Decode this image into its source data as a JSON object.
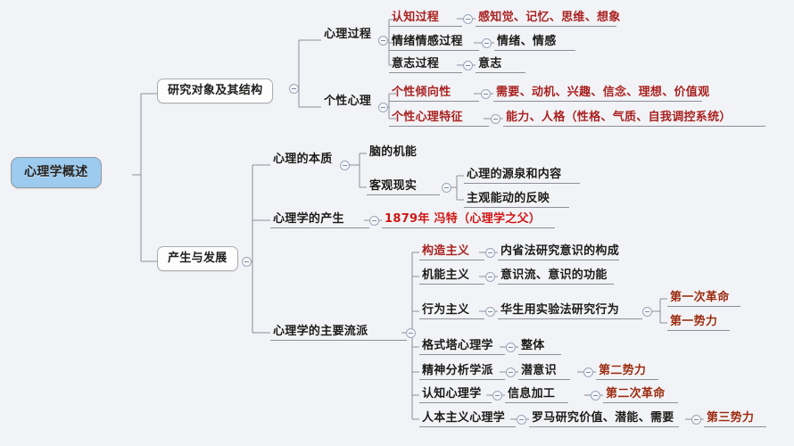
{
  "map": {
    "root": {
      "label": "心理学概述",
      "color": "#9ccbef"
    },
    "branches": [
      {
        "label": "研究对象及其结构"
      },
      {
        "label": "产生与发展"
      }
    ],
    "level2": {
      "xinli_guocheng": "心理过程",
      "gexing_xinli": "个性心理",
      "benzhi": "心理的本质",
      "chansheng": "心理学的产生",
      "liupai": "心理学的主要流派"
    },
    "process_nodes": {
      "renzhi": "认知过程",
      "renzhi_detail": "感知觉、记忆、思维、想象",
      "qingxu": "情绪情感过程",
      "qingxu_detail": "情绪、情感",
      "yizhi": "意志过程",
      "yizhi_detail": "意志"
    },
    "personality_nodes": {
      "qingxiang": "个性倾向性",
      "qingxiang_detail": "需要、动机、兴趣、信念、理想、价值观",
      "tezheng": "个性心理特征",
      "tezheng_detail": "能力、人格（性格、气质、自我调控系统）"
    },
    "essence_nodes": {
      "nao": "脑的机能",
      "keguan": "客观现实",
      "keguan_a": "心理的源泉和内容",
      "keguan_b": "主观能动的反映"
    },
    "origin_nodes": {
      "wundt": "1879年 冯特（心理学之父）"
    },
    "schools": [
      {
        "name": "构造主义",
        "detail": "内省法研究意识的构成",
        "tags": []
      },
      {
        "name": "机能主义",
        "detail": "意识流、意识的功能",
        "tags": []
      },
      {
        "name": "行为主义",
        "detail": "华生用实验法研究行为",
        "tags": [
          "第一次革命",
          "第一势力"
        ]
      },
      {
        "name": "格式塔心理学",
        "detail": "整体",
        "tags": []
      },
      {
        "name": "精神分析学派",
        "detail": "潜意识",
        "tags": [
          "第二势力"
        ]
      },
      {
        "name": "认知心理学",
        "detail": "信息加工",
        "tags": [
          "第二次革命"
        ]
      },
      {
        "name": "人本主义心理学",
        "detail": "罗马研究价值、潜能、需要",
        "tags": [
          "第三势力"
        ]
      }
    ],
    "colors": {
      "background": "#f2f3f6",
      "root_fill": "#9ccbef",
      "connector": "#8b8f99",
      "accent_red": "#a82222",
      "bright_red": "#cf1616",
      "dark_red": "#9a2b11",
      "text": "#1b1b19"
    },
    "icon": {
      "collapse": "minus-circle-icon"
    }
  }
}
